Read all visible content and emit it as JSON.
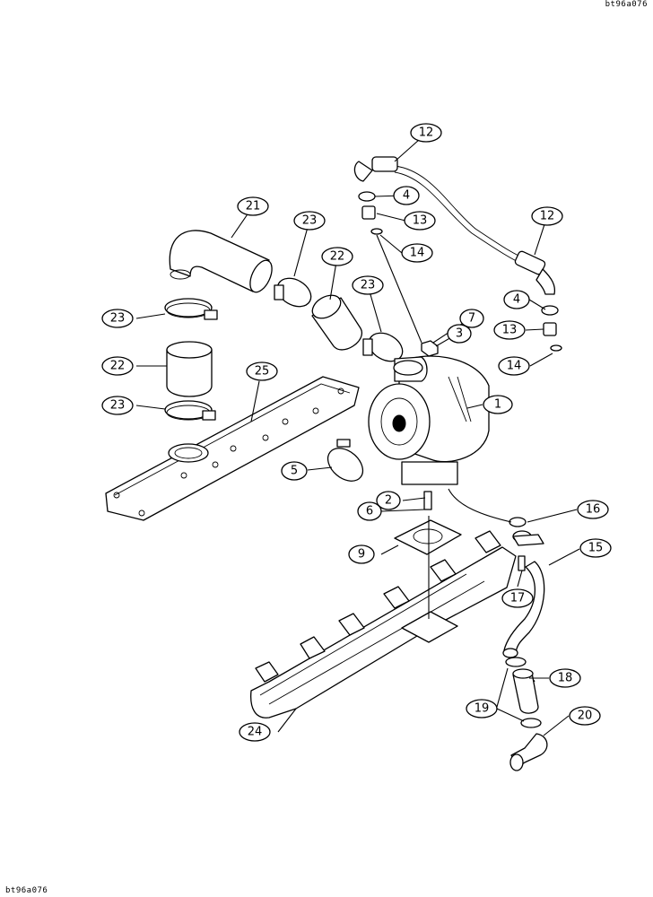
{
  "drawing_code": "bt96a076",
  "callouts": {
    "c1": "1",
    "c2": "2",
    "c3": "3",
    "c4a": "4",
    "c4b": "4",
    "c5": "5",
    "c6": "6",
    "c7": "7",
    "c9": "9",
    "c12a": "12",
    "c12b": "12",
    "c13a": "13",
    "c13b": "13",
    "c14a": "14",
    "c14b": "14",
    "c15": "15",
    "c16": "16",
    "c17": "17",
    "c18": "18",
    "c19": "19",
    "c20": "20",
    "c21": "21",
    "c22a": "22",
    "c22b": "22",
    "c23a": "23",
    "c23b": "23",
    "c23c": "23",
    "c23d": "23",
    "c24": "24",
    "c25": "25"
  }
}
